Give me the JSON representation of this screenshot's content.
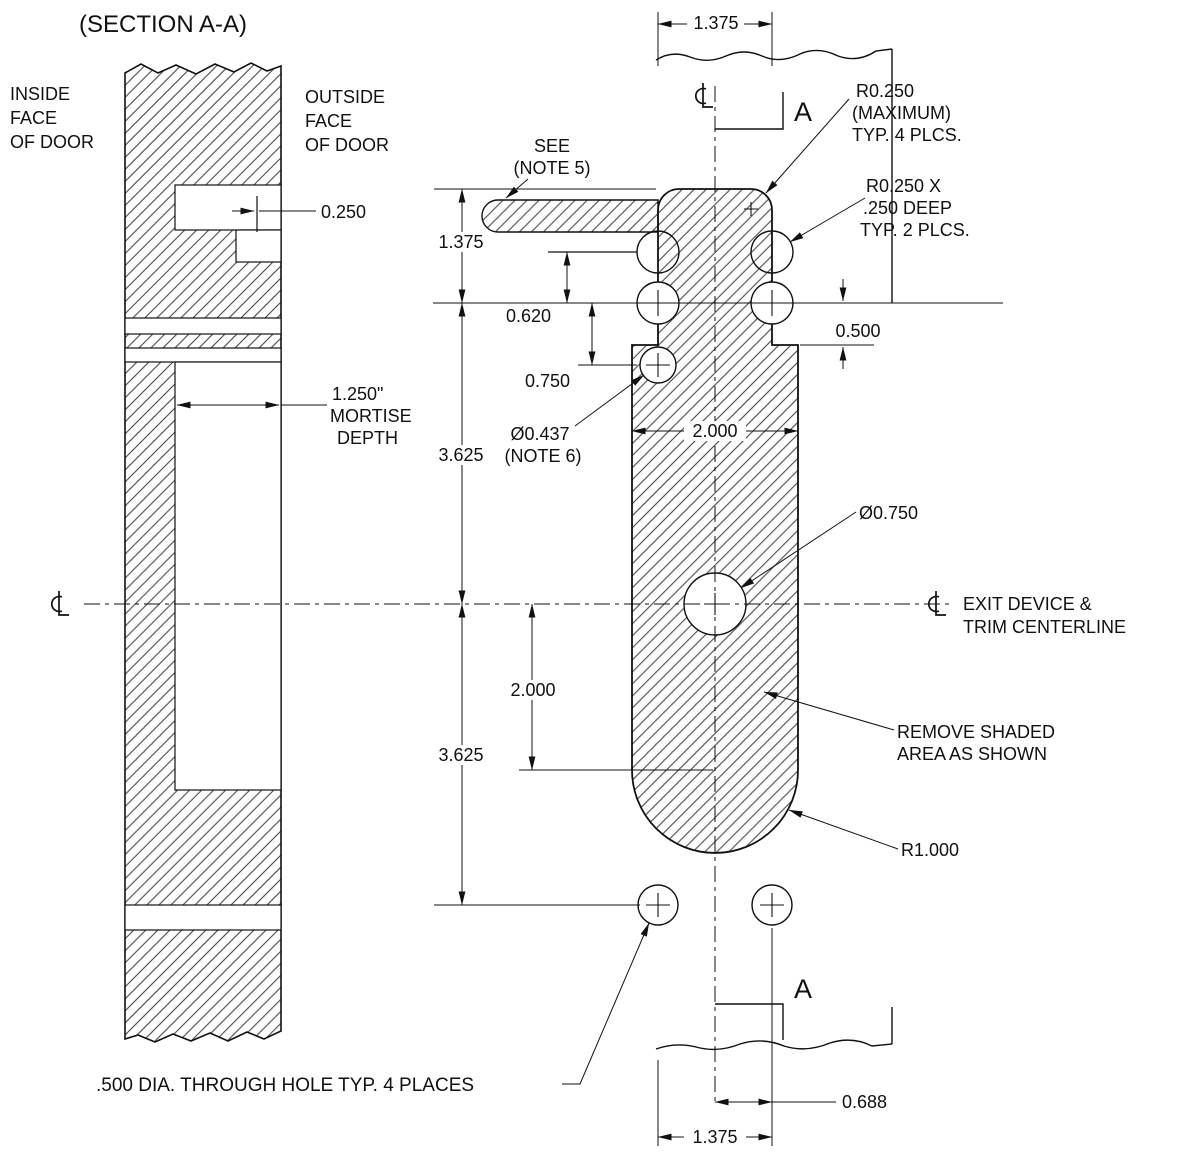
{
  "drawing": {
    "title": "(SECTION A-A)",
    "section_marker": "A"
  },
  "section_view": {
    "inside_face": [
      "INSIDE",
      "FACE",
      "OF DOOR"
    ],
    "outside_face": [
      "OUTSIDE",
      "FACE",
      "OF DOOR"
    ],
    "lip_dim": "0.250",
    "mortise_depth": [
      "1.250\"",
      "MORTISE",
      "DEPTH"
    ]
  },
  "front_view": {
    "dims": {
      "top_spacing": "1.375",
      "slot_height": "1.375",
      "scallop_offset": "0.620",
      "hole_offset": "0.750",
      "shoulder_offset": "0.500",
      "upper_span": "3.625",
      "lower_span": "3.625",
      "body_width": "2.000",
      "arc_center_offset": "2.000",
      "half_spacing": "0.688",
      "bottom_spacing": "1.375"
    },
    "notes": {
      "see_note5": [
        "SEE",
        "(NOTE 5)"
      ],
      "radius_max": [
        "R0.250",
        "(MAXIMUM)",
        "TYP. 4 PLCS."
      ],
      "radius_deep": [
        "R0.250 X",
        ".250 DEEP",
        "TYP. 2 PLCS."
      ],
      "hole_note6": [
        "Ø0.437",
        "(NOTE 6)"
      ],
      "center_hole": "Ø0.750",
      "exit_centerline": [
        "EXIT DEVICE &",
        "TRIM CENTERLINE"
      ],
      "remove_shaded": [
        "REMOVE SHADED",
        "AREA AS SHOWN"
      ],
      "bottom_radius": "R1.000",
      "through_holes": ".500 DIA. THROUGH HOLE TYP. 4 PLACES"
    }
  }
}
